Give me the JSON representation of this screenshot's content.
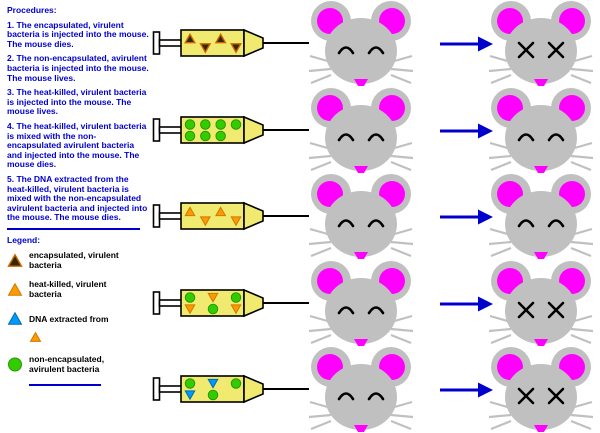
{
  "colors": {
    "procedure_text": "#0000cc",
    "legend_text": "#000000",
    "arrow": "#0000cc",
    "mouse_body": "#c0c0c0",
    "mouse_ear_inner": "#ff00ff",
    "mouse_nose": "#ff00ff",
    "syringe_barrel": "#f0ea70",
    "virulent_fill": "#332800",
    "virulent_stroke": "#cc6600",
    "heat_killed_fill": "#ff9900",
    "heat_killed_stroke": "#cc7a00",
    "dna_fill": "#0099ff",
    "dna_stroke": "#006bb3",
    "avirulent_fill": "#33cc00",
    "avirulent_stroke": "#269900"
  },
  "procedures": {
    "title": "Procedures:",
    "items": [
      "1.  The encapsulated, virulent bacteria is injected into the mouse.  The mouse dies.",
      "2.  The non-encapsulated, avirulent bacteria is injected into the mouse.  The mouse lives.",
      "3.  The heat-killed, virulent bacteria is injected into the mouse.  The mouse lives.",
      "4.  The heat-killed, virulent bacteria is mixed with the non-encapsulated avirulent bacteria and injected into the mouse.  The mouse dies.",
      "5.  The DNA extracted from the heat-killed, virulent bacteria is mixed with the non-encapsulated avirulent bacteria and injected into the mouse.  The mouse dies."
    ]
  },
  "legend": {
    "title": "Legend:",
    "items": [
      {
        "type": "virulent",
        "label": "encapsulated, virulent bacteria"
      },
      {
        "type": "heat_killed",
        "label": "heat-killed, virulent bacteria"
      },
      {
        "type": "dna",
        "label": "DNA extracted from",
        "sub_type": "heat_killed"
      },
      {
        "type": "avirulent",
        "label": "non-encapsulated, avirulent bacteria"
      }
    ]
  },
  "rows": [
    {
      "syringe_contents": [
        "virulent",
        "virulent",
        "virulent",
        "virulent"
      ],
      "mouse_before": "alive",
      "mouse_after": "dead"
    },
    {
      "syringe_contents": [
        "avirulent",
        "avirulent",
        "avirulent",
        "avirulent",
        "avirulent",
        "avirulent",
        "avirulent"
      ],
      "mouse_before": "alive",
      "mouse_after": "alive"
    },
    {
      "syringe_contents": [
        "heat_killed",
        "heat_killed",
        "heat_killed",
        "heat_killed"
      ],
      "mouse_before": "alive",
      "mouse_after": "alive"
    },
    {
      "syringe_contents": [
        "avirulent",
        "heat_killed",
        "avirulent",
        "heat_killed",
        "avirulent",
        "heat_killed"
      ],
      "mouse_before": "alive",
      "mouse_after": "dead"
    },
    {
      "syringe_contents": [
        "avirulent",
        "dna",
        "avirulent",
        "dna",
        "avirulent"
      ],
      "mouse_before": "alive",
      "mouse_after": "dead"
    }
  ]
}
